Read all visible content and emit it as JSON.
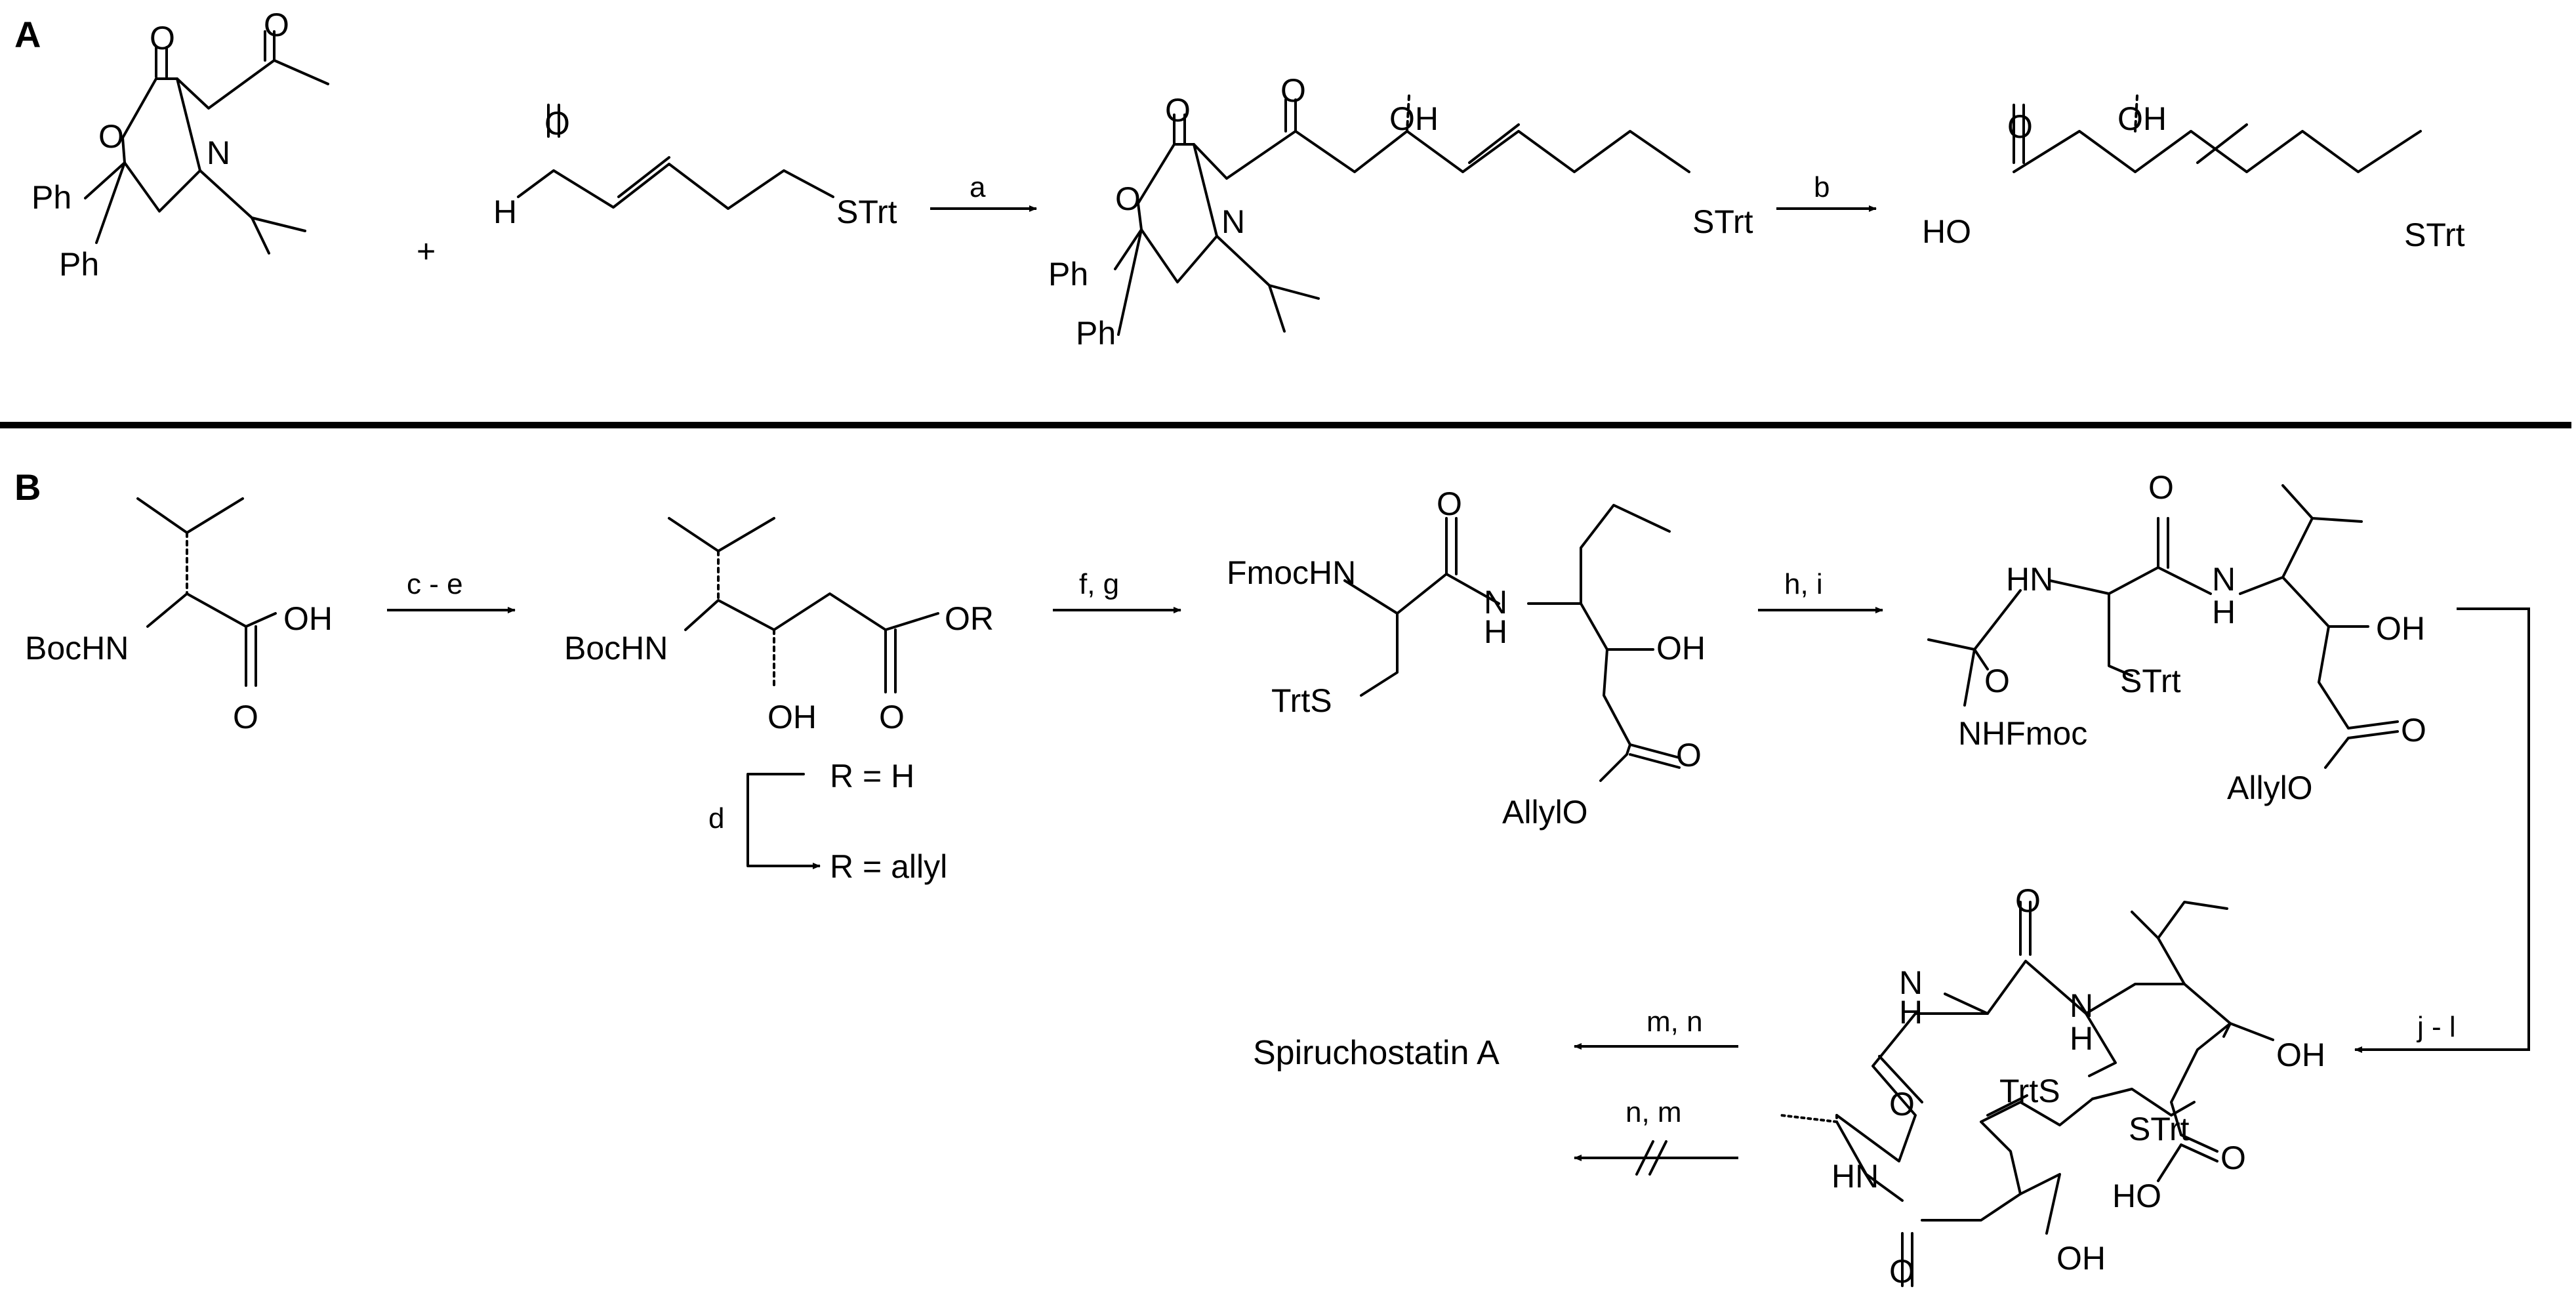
{
  "panels": {
    "a": "A",
    "b": "B"
  },
  "section_a": {
    "start": {
      "o1": "O",
      "o2": "O",
      "o3": "O",
      "n": "N",
      "ph1": "Ph",
      "ph2": "Ph"
    },
    "plus": "+",
    "aldehyde": {
      "o": "O",
      "h": "H",
      "strt": "STrt"
    },
    "step_a": "a",
    "adduct": {
      "o1": "O",
      "o2": "O",
      "o3": "O",
      "n": "N",
      "oh": "OH",
      "ph1": "Ph",
      "ph2": "Ph",
      "strt": "STrt"
    },
    "step_b": "b",
    "acid": {
      "o": "O",
      "oh": "OH",
      "ho": "HO",
      "strt": "STrt"
    }
  },
  "section_b": {
    "valine": {
      "bochn": "BocHN",
      "oh": "OH",
      "o": "O"
    },
    "step_ce": "c - e",
    "statine": {
      "bochn": "BocHN",
      "or": "OR",
      "oh": "OH",
      "o": "O"
    },
    "step_d": "d",
    "r_h": "R = H",
    "r_allyl": "R = allyl",
    "step_fg": "f, g",
    "dipeptide": {
      "fmochn": "FmocHN",
      "o": "O",
      "n": "N",
      "h": "H",
      "oh": "OH",
      "trts": "TrtS",
      "o2": "O",
      "allylo": "AllylO"
    },
    "step_hi": "h, i",
    "tripeptide": {
      "hn": "HN",
      "o": "O",
      "n": "N",
      "h": "H",
      "oh": "OH",
      "o2": "O",
      "strt": "STrt",
      "nhfmoc": "NHFmoc",
      "o3": "O",
      "allylo": "AllylO"
    },
    "step_jl": "j - l",
    "macro": {
      "o1": "O",
      "h1": "H",
      "n1": "N",
      "n2": "N",
      "h2": "H",
      "oh": "OH",
      "o2": "O",
      "trts": "TrtS",
      "strt": "STrt",
      "o3": "O",
      "ho": "HO",
      "hn": "HN",
      "o4": "O",
      "oh2": "OH"
    },
    "step_mn": "m, n",
    "step_nm": "n, m",
    "product": "Spiruchostatin A"
  }
}
